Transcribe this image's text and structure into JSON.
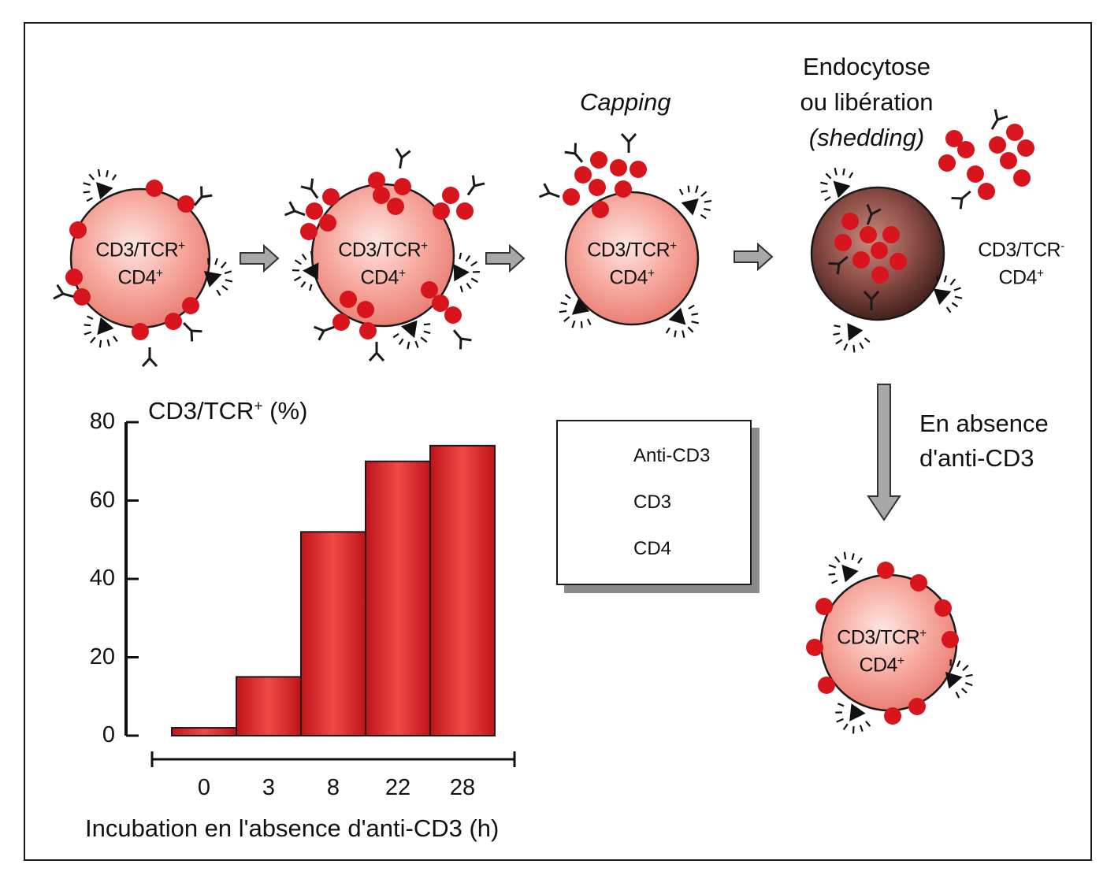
{
  "diagram": {
    "cells": [
      {
        "line1": "CD3/TCR",
        "sup1": "+",
        "line2": "CD4",
        "sup2": "+"
      },
      {
        "line1": "CD3/TCR",
        "sup1": "+",
        "line2": "CD4",
        "sup2": "+"
      },
      {
        "line1": "CD3/TCR",
        "sup1": "+",
        "line2": "CD4",
        "sup2": "+"
      },
      {
        "line1": "CD3/TCR",
        "sup1": "-",
        "line2": "CD4",
        "sup2": "+"
      },
      {
        "line1": "CD3/TCR",
        "sup1": "+",
        "line2": "CD4",
        "sup2": "+"
      }
    ],
    "capping_label": "Capping",
    "endocytose_line1": "Endocytose",
    "endocytose_line2": "ou libération",
    "endocytose_line3": "(shedding)",
    "absence_line1": "En absence",
    "absence_line2": "d'anti-CD3",
    "colors": {
      "cd3_red": "#d8141c",
      "cell_pink": "#f7a29a",
      "dark_cell": "#6b3a34",
      "arrow_gray": "#9a9a9a"
    }
  },
  "legend": {
    "items": [
      {
        "icon": "antibody-icon",
        "label": "Anti-CD3"
      },
      {
        "icon": "red-dot-icon",
        "label": "CD3"
      },
      {
        "icon": "cd4-triangle-icon",
        "label": "CD4"
      }
    ]
  },
  "chart_data": {
    "type": "bar",
    "categories": [
      "0",
      "3",
      "8",
      "22",
      "28"
    ],
    "values": [
      2,
      15,
      52,
      70,
      74
    ],
    "title": "",
    "ylabel": "CD3/TCR",
    "ylabel_sup": "+",
    "ylabel_suffix": " (%)",
    "xlabel": "Incubation en l'absence d'anti-CD3 (h)",
    "ylim": [
      0,
      80
    ],
    "yticks": [
      0,
      20,
      40,
      60,
      80
    ],
    "bar_color": "#d8141c",
    "grid": false,
    "legend": "none"
  }
}
